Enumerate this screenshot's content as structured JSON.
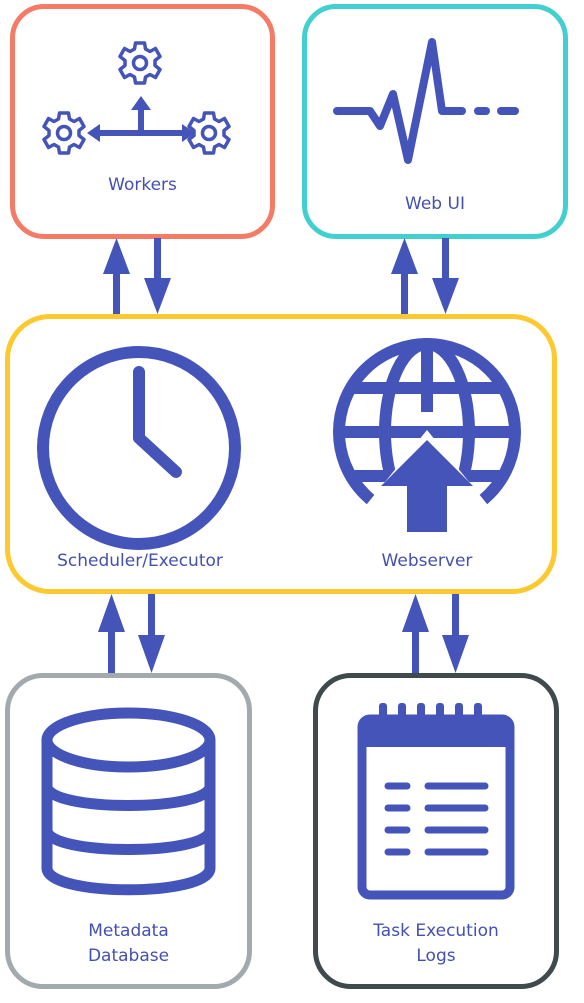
{
  "colors": {
    "icon": "#4554b8",
    "workers_border": "#f47c66",
    "webui_border": "#42cfcf",
    "core_border": "#fcc930",
    "database_border": "#a3aaae",
    "logs_border": "#404a4d"
  },
  "nodes": {
    "workers": {
      "label": "Workers",
      "icon": "gears-icon"
    },
    "web_ui": {
      "label": "Web UI",
      "icon": "pulse-icon"
    },
    "scheduler": {
      "label": "Scheduler/Executor",
      "icon": "clock-icon"
    },
    "webserver": {
      "label": "Webserver",
      "icon": "globe-upload-icon"
    },
    "database": {
      "label_line1": "Metadata",
      "label_line2": "Database",
      "icon": "database-icon"
    },
    "logs": {
      "label_line1": "Task Execution",
      "label_line2": "Logs",
      "icon": "notepad-icon"
    }
  }
}
